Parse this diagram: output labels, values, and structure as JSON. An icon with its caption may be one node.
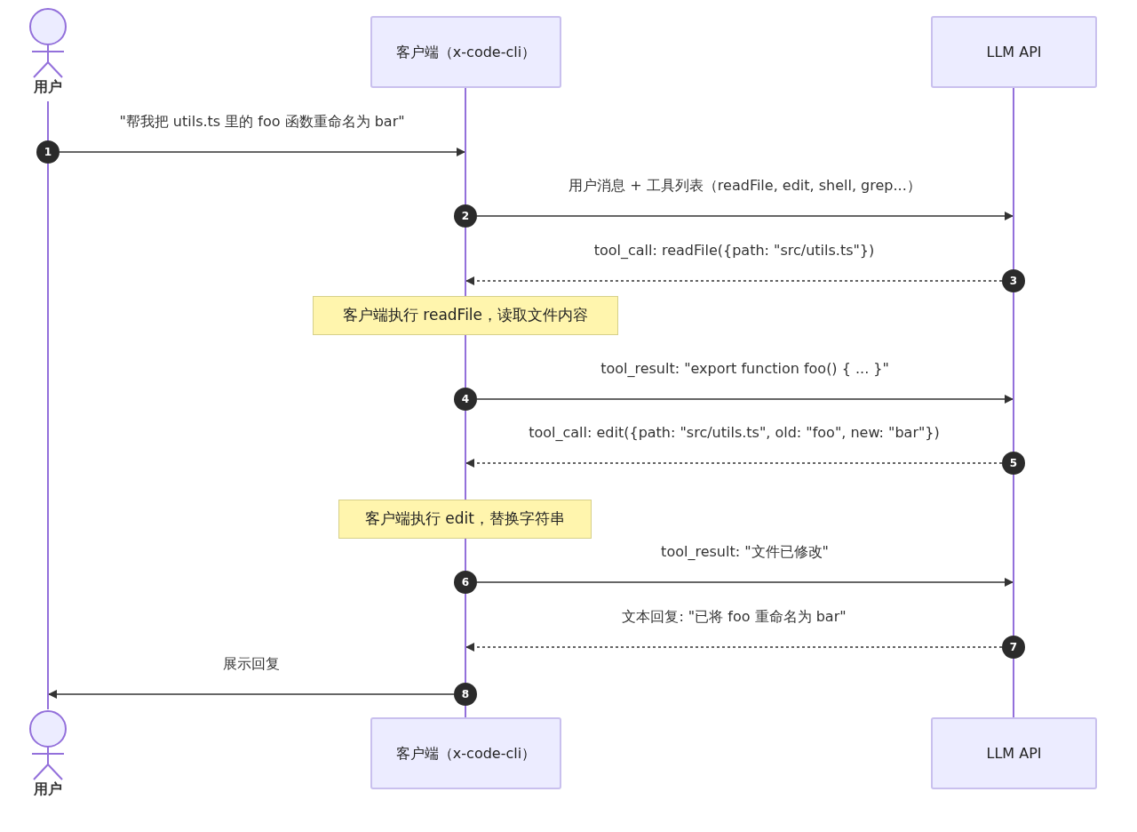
{
  "diagram": {
    "nodes": [
      {
        "text": [
          "用户"
        ]
      },
      {
        "text": [
          "客户端（x-code-cli）"
        ]
      },
      {
        "text": [
          "LLM API"
        ]
      },
      {
        "text": [],
        "shape": "bar"
      },
      {
        "text": [],
        "shape": "bar"
      },
      {
        "text": [],
        "shape": "bar"
      },
      {
        "text": [],
        "shape": "bar"
      },
      {
        "text": [],
        "shape": "bar"
      },
      {
        "text": [],
        "shape": "bar"
      },
      {
        "text": [],
        "shape": "bar"
      },
      {
        "text": [],
        "shape": "bar"
      },
      {
        "text": [],
        "shape": "bar"
      },
      {
        "text": [],
        "shape": "bar"
      },
      {
        "text": [],
        "shape": "bar"
      },
      {
        "text": [],
        "shape": "bar"
      },
      {
        "text": [],
        "shape": "bar"
      },
      {
        "text": [
          "1"
        ]
      },
      {
        "text": [
          "2"
        ]
      },
      {
        "text": [
          "3"
        ]
      },
      {
        "text": [
          "客户端执行 readFile，读取文件内容"
        ]
      },
      {
        "text": [
          "4"
        ]
      },
      {
        "text": [
          "5"
        ]
      },
      {
        "text": [
          "客户端执行 edit，替换字符串"
        ]
      },
      {
        "text": [
          "6"
        ]
      },
      {
        "text": [
          "7"
        ]
      },
      {
        "text": [
          "8"
        ]
      },
      {
        "text": [
          "用户"
        ]
      },
      {
        "text": [
          "客户端（x-code-cli）"
        ]
      },
      {
        "text": [
          "LLM API"
        ]
      }
    ],
    "edges": [
      {
        "from": 16,
        "to": 5,
        "arrow": "to",
        "label": "\"帮我把 utils.ts 里的 foo 函数重命名为 bar\""
      },
      {
        "from": 17,
        "to": 12,
        "arrow": "to",
        "label": "用户消息 + 工具列表（readFile, edit, shell, grep...）"
      },
      {
        "from": 18,
        "to": 6,
        "arrow": "to",
        "style": "dashed",
        "label": "tool_call: readFile({path: \"src/utils.ts\"})"
      },
      {
        "from": 20,
        "to": 13,
        "arrow": "to",
        "label": "tool_result: \"export function foo() { ... }\""
      },
      {
        "from": 21,
        "to": 8,
        "arrow": "to",
        "style": "dashed",
        "label": "tool_call: edit({path: \"src/utils.ts\", old: \"foo\", new: \"bar\"})"
      },
      {
        "from": 23,
        "to": 14,
        "arrow": "to",
        "label": "tool_result: \"文件已修改\""
      },
      {
        "from": 24,
        "to": 10,
        "arrow": "to",
        "style": "dashed",
        "label": "文本回复: \"已将 foo 重命名为 bar\""
      },
      {
        "from": 25,
        "to": 4,
        "arrow": "to",
        "label": "展示回复"
      }
    ]
  }
}
